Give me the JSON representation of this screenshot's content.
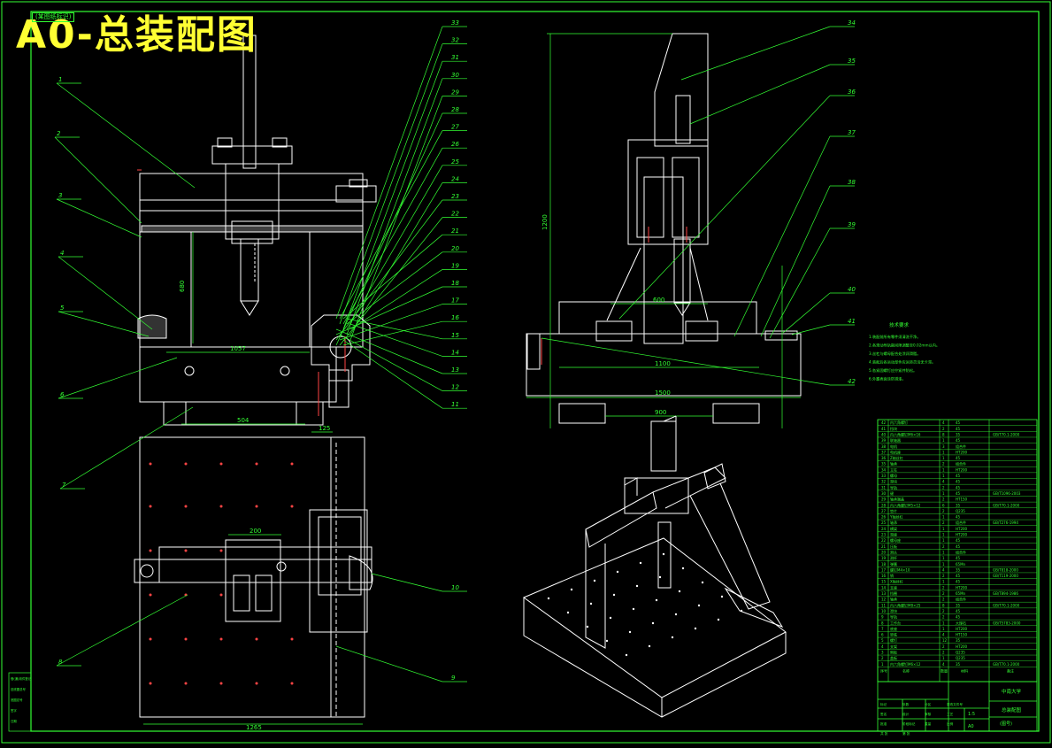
{
  "drawing": {
    "title": "A0-总装配图",
    "tag": "(某图纸标识)",
    "colors": {
      "background": "#000000",
      "line": "#33ff33",
      "part": "#ffffff",
      "title": "#ffff33",
      "dimension": "#00ffff",
      "highlight": "#ff4444"
    }
  },
  "front_view": {
    "callouts_left": [
      "1",
      "2",
      "3",
      "4",
      "5",
      "6",
      "7",
      "8"
    ],
    "callouts_right": [
      "33",
      "32",
      "31",
      "30",
      "29",
      "28",
      "27",
      "26",
      "25",
      "24",
      "23",
      "22",
      "21",
      "20",
      "19",
      "18",
      "17",
      "16",
      "15",
      "14",
      "13",
      "12",
      "11",
      "10",
      "9"
    ],
    "dims": {
      "height": "680",
      "width": "1057",
      "base": "504"
    }
  },
  "top_view": {
    "dims": {
      "top": "200",
      "bottom": "1265",
      "corner": "125"
    }
  },
  "side_view": {
    "callouts": [
      "34",
      "35",
      "36",
      "37",
      "38",
      "39",
      "40",
      "41",
      "42"
    ],
    "dims": {
      "height": "1200",
      "mid": "1100",
      "base": "1500",
      "lower": "900",
      "slot": "600"
    }
  },
  "notes": {
    "heading": "技术要求",
    "lines": [
      "1.装配前所有零件须清洗干净。",
      "2.各滑动导轨副间隙调整至0.02mm以内。",
      "3.丝杠与螺母配合处涂润滑脂。",
      "4.装配后各运动部件应运转灵活无卡滞。",
      "5.各紧固螺钉应拧紧并防松。",
      "6.外露表面涂防锈漆。"
    ]
  },
  "parts_list": {
    "rows": [
      {
        "no": "42",
        "name": "内六角螺钉",
        "qty": "4",
        "mat": "45",
        "std": ""
      },
      {
        "no": "41",
        "name": "挡块",
        "qty": "2",
        "mat": "45",
        "std": ""
      },
      {
        "no": "40",
        "name": "内六角螺钉M6×16",
        "qty": "8",
        "mat": "35",
        "std": "GB/T70.1-2000"
      },
      {
        "no": "39",
        "name": "联轴器",
        "qty": "1",
        "mat": "45",
        "std": ""
      },
      {
        "no": "38",
        "name": "电机",
        "qty": "3",
        "mat": "组合件",
        "std": ""
      },
      {
        "no": "37",
        "name": "电机座",
        "qty": "1",
        "mat": "HT200",
        "std": ""
      },
      {
        "no": "36",
        "name": "Z轴丝杠",
        "qty": "1",
        "mat": "45",
        "std": ""
      },
      {
        "no": "35",
        "name": "轴承",
        "qty": "2",
        "mat": "组合件",
        "std": ""
      },
      {
        "no": "34",
        "name": "立柱",
        "qty": "1",
        "mat": "HT200",
        "std": ""
      },
      {
        "no": "33",
        "name": "螺母",
        "qty": "1",
        "mat": "45",
        "std": ""
      },
      {
        "no": "32",
        "name": "滑块",
        "qty": "4",
        "mat": "45",
        "std": ""
      },
      {
        "no": "31",
        "name": "导轨",
        "qty": "2",
        "mat": "45",
        "std": ""
      },
      {
        "no": "30",
        "name": "键",
        "qty": "1",
        "mat": "45",
        "std": "GB/T1096-2003"
      },
      {
        "no": "29",
        "name": "轴承端盖",
        "qty": "2",
        "mat": "HT150",
        "std": ""
      },
      {
        "no": "28",
        "name": "内六角螺钉M5×12",
        "qty": "6",
        "mat": "35",
        "std": "GB/T70.1-2000"
      },
      {
        "no": "27",
        "name": "垫片",
        "qty": "2",
        "mat": "Q235",
        "std": ""
      },
      {
        "no": "26",
        "name": "Y轴丝杠",
        "qty": "1",
        "mat": "45",
        "std": ""
      },
      {
        "no": "25",
        "name": "轴承",
        "qty": "2",
        "mat": "组合件",
        "std": "GB/T276-1994"
      },
      {
        "no": "24",
        "name": "横梁",
        "qty": "1",
        "mat": "HT200",
        "std": ""
      },
      {
        "no": "23",
        "name": "滑座",
        "qty": "1",
        "mat": "HT200",
        "std": ""
      },
      {
        "no": "22",
        "name": "螺母座",
        "qty": "1",
        "mat": "45",
        "std": ""
      },
      {
        "no": "21",
        "name": "压板",
        "qty": "2",
        "mat": "45",
        "std": ""
      },
      {
        "no": "20",
        "name": "测头",
        "qty": "1",
        "mat": "组合件",
        "std": ""
      },
      {
        "no": "19",
        "name": "测杆",
        "qty": "1",
        "mat": "45",
        "std": ""
      },
      {
        "no": "18",
        "name": "弹簧",
        "qty": "1",
        "mat": "65Mn",
        "std": ""
      },
      {
        "no": "17",
        "name": "螺钉M4×10",
        "qty": "4",
        "mat": "35",
        "std": "GB/T818-2000"
      },
      {
        "no": "16",
        "name": "销",
        "qty": "2",
        "mat": "45",
        "std": "GB/T119-2000"
      },
      {
        "no": "15",
        "name": "X轴丝杠",
        "qty": "1",
        "mat": "45",
        "std": ""
      },
      {
        "no": "14",
        "name": "支座",
        "qty": "2",
        "mat": "HT200",
        "std": ""
      },
      {
        "no": "13",
        "name": "挡圈",
        "qty": "2",
        "mat": "65Mn",
        "std": "GB/T894-1986"
      },
      {
        "no": "12",
        "name": "轴承",
        "qty": "2",
        "mat": "组合件",
        "std": ""
      },
      {
        "no": "11",
        "name": "内六角螺钉M8×25",
        "qty": "8",
        "mat": "35",
        "std": "GB/T70.1-2000"
      },
      {
        "no": "10",
        "name": "滑块",
        "qty": "2",
        "mat": "45",
        "std": ""
      },
      {
        "no": "9",
        "name": "导轨",
        "qty": "2",
        "mat": "45",
        "std": ""
      },
      {
        "no": "8",
        "name": "工作台",
        "qty": "1",
        "mat": "大理石",
        "std": "GB/T5783-2000"
      },
      {
        "no": "7",
        "name": "底座",
        "qty": "1",
        "mat": "HT200",
        "std": ""
      },
      {
        "no": "6",
        "name": "垫铁",
        "qty": "4",
        "mat": "HT150",
        "std": ""
      },
      {
        "no": "5",
        "name": "螺钉",
        "qty": "12",
        "mat": "35",
        "std": ""
      },
      {
        "no": "4",
        "name": "支架",
        "qty": "2",
        "mat": "HT200",
        "std": ""
      },
      {
        "no": "3",
        "name": "侧板",
        "qty": "2",
        "mat": "Q235",
        "std": ""
      },
      {
        "no": "2",
        "name": "盖板",
        "qty": "1",
        "mat": "Q235",
        "std": ""
      },
      {
        "no": "1",
        "name": "内六角螺钉M6×12",
        "qty": "4",
        "mat": "35",
        "std": "GB/T70.1-2000"
      }
    ],
    "header": {
      "no": "序号",
      "name": "名称",
      "qty": "数量",
      "mat": "材料",
      "std": "备注"
    }
  },
  "title_block": {
    "school": "中南大学",
    "name": "总装配图",
    "drawing_no": "(图号)",
    "scale": "1:5",
    "sheet": "A0",
    "labels": [
      "标记",
      "处数",
      "分区",
      "更改文件号",
      "签名",
      "设计",
      "审核",
      "工艺",
      "批准",
      "阶段标记",
      "重量",
      "比例",
      "共 张",
      "第 张"
    ]
  },
  "side_strip": {
    "labels": [
      "借(通)用件登记",
      "旧底图总号",
      "底图总号",
      "签字",
      "日期"
    ]
  }
}
